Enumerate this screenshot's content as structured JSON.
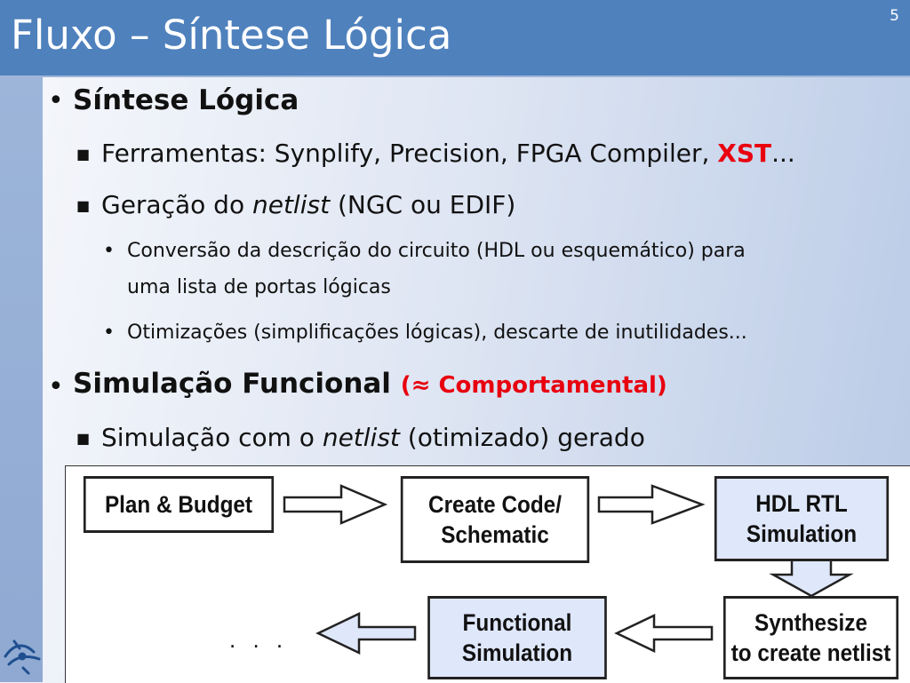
{
  "slide": {
    "title": "Fluxo – Síntese Lógica",
    "number": "5"
  },
  "bullets": {
    "b1": "Síntese Lógica",
    "b1_tools_prefix": "Ferramentas: Synplify, Precision, FPGA Compiler, ",
    "b1_tools_xst": "XST",
    "b1_tools_suffix": "...",
    "b1_netlist_prefix": "Geração do ",
    "b1_netlist_em": "netlist",
    "b1_netlist_suffix": " (NGC ou EDIF)",
    "b1_sub1_line1": "Conversão da descrição do circuito (HDL ou esquemático) para",
    "b1_sub1_line2": "uma lista de portas lógicas",
    "b1_sub2": "Otimizações (simplificações lógicas), descarte de inutilidades...",
    "b2": "Simulação Funcional",
    "b2_note": "(≈ Comportamental)",
    "b2_sim_prefix": "Simulação com o ",
    "b2_sim_em": "netlist",
    "b2_sim_suffix": " (otimizado) gerado"
  },
  "diagram": {
    "plan": "Plan & Budget",
    "create_1": "Create Code/",
    "create_2": "Schematic",
    "hdl_1": "HDL RTL",
    "hdl_2": "Simulation",
    "synth_1": "Synthesize",
    "synth_2": "to create netlist",
    "func_1": "Functional",
    "func_2": "Simulation",
    "continuation": ". . ."
  },
  "colors": {
    "title_bar": "#4f81bd",
    "highlight_red": "#e8000f",
    "box_blue": "#dfe7fb"
  },
  "icons": {
    "bullet_level1": "bullet-dot",
    "bullet_level2": "square-bullet",
    "logo": "institution-logo"
  }
}
